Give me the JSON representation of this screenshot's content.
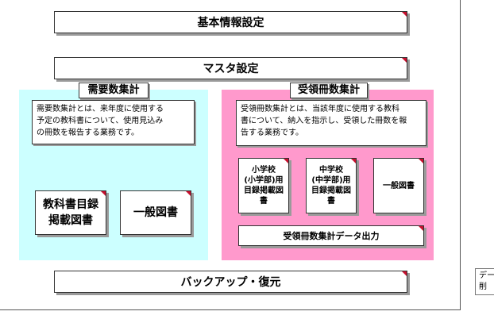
{
  "buttons": {
    "basic_info": "基本情報設定",
    "master": "マスタ設定",
    "backup": "バックアップ・復元"
  },
  "demand": {
    "title": "需要数集計",
    "description": "需要数集計とは、来年度に使用する\n予定の教科書について、使用見込み\nの冊数を報告する業務です。",
    "btn_catalog": "教科書目録\n掲載図書",
    "btn_general": "一般図書"
  },
  "receipt": {
    "title": "受領冊数集計",
    "description": "受領冊数集計とは、当該年度に使用する教科\n書について、納入を指示し、受領した冊数を報\n告する業務です。",
    "btn_elementary": "小学校\n(小学部)用\n目録掲載図\n書",
    "btn_junior": "中学校\n(中学部)用\n目録掲載図\n書",
    "btn_general": "一般図書",
    "btn_export": "受領冊数集計データ出力"
  },
  "side_label": "デー\n削",
  "colors": {
    "demand_panel": "#ccffff",
    "receipt_panel": "#ff99cc",
    "button_marker": "#c8102e"
  }
}
